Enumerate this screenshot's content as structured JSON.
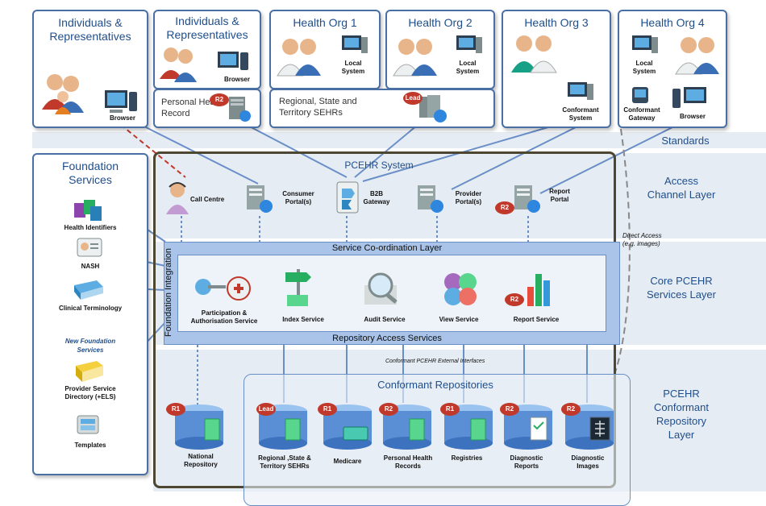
{
  "top_boxes": {
    "ind_left": {
      "title": "Individuals & Representatives",
      "browser": "Browser"
    },
    "ind_mid": {
      "title": "Individuals & Representatives",
      "browser": "Browser",
      "phr": "Personal Health Record"
    },
    "org1": {
      "title": "Health Org 1",
      "local": "Local System"
    },
    "org2": {
      "title": "Health Org 2",
      "local": "Local System"
    },
    "regional": {
      "label": "Regional, State and Territory SEHRs"
    },
    "org3": {
      "title": "Health Org 3",
      "conformant": "Conformant System"
    },
    "org4": {
      "title": "Health Org 4",
      "local": "Local System",
      "gateway": "Conformant Gateway",
      "browser": "Browser"
    }
  },
  "layers": {
    "standards": "Standards",
    "access": "Access Channel Layer",
    "core": "Core PCEHR Services Layer",
    "repo": "PCEHR Conformant Repository Layer"
  },
  "foundation": {
    "title": "Foundation Services",
    "items": [
      "Health Identifiers",
      "NASH",
      "Clinical Terminology",
      "Provider Service Directory (+ELS)",
      "Templates"
    ],
    "new_label": "New Foundation Services"
  },
  "pcehr": {
    "title": "PCEHR System",
    "access_items": [
      "Call Centre",
      "Consumer Portal(s)",
      "B2B Gateway",
      "Provider Portal(s)",
      "Report Portal"
    ],
    "coord": "Service Co-ordination Layer",
    "foundation_integration": "Foundation Integration",
    "services": [
      "Participation & Authorisation Service",
      "Index Service",
      "Audit Service",
      "View Service",
      "Report Service"
    ],
    "repo_access": "Repository Access Services",
    "external": "Conformant PCEHR External Interfaces",
    "direct_access": "Direct Access (e.g. images)"
  },
  "repositories": {
    "title": "Conformant Repositories",
    "national": "National Repository",
    "items": [
      "Regional ,State & Territory SEHRs",
      "Medicare",
      "Personal Health Records",
      "Registries",
      "Diagnostic Reports",
      "Diagnostic Images"
    ]
  },
  "badges": {
    "r1": "R1",
    "r2": "R2",
    "lead": "Lead"
  },
  "colors": {
    "accent": "#1f4e8c",
    "badge": "#c0392b",
    "band": "#e6ecf3",
    "core_box": "#a9c4e8"
  }
}
